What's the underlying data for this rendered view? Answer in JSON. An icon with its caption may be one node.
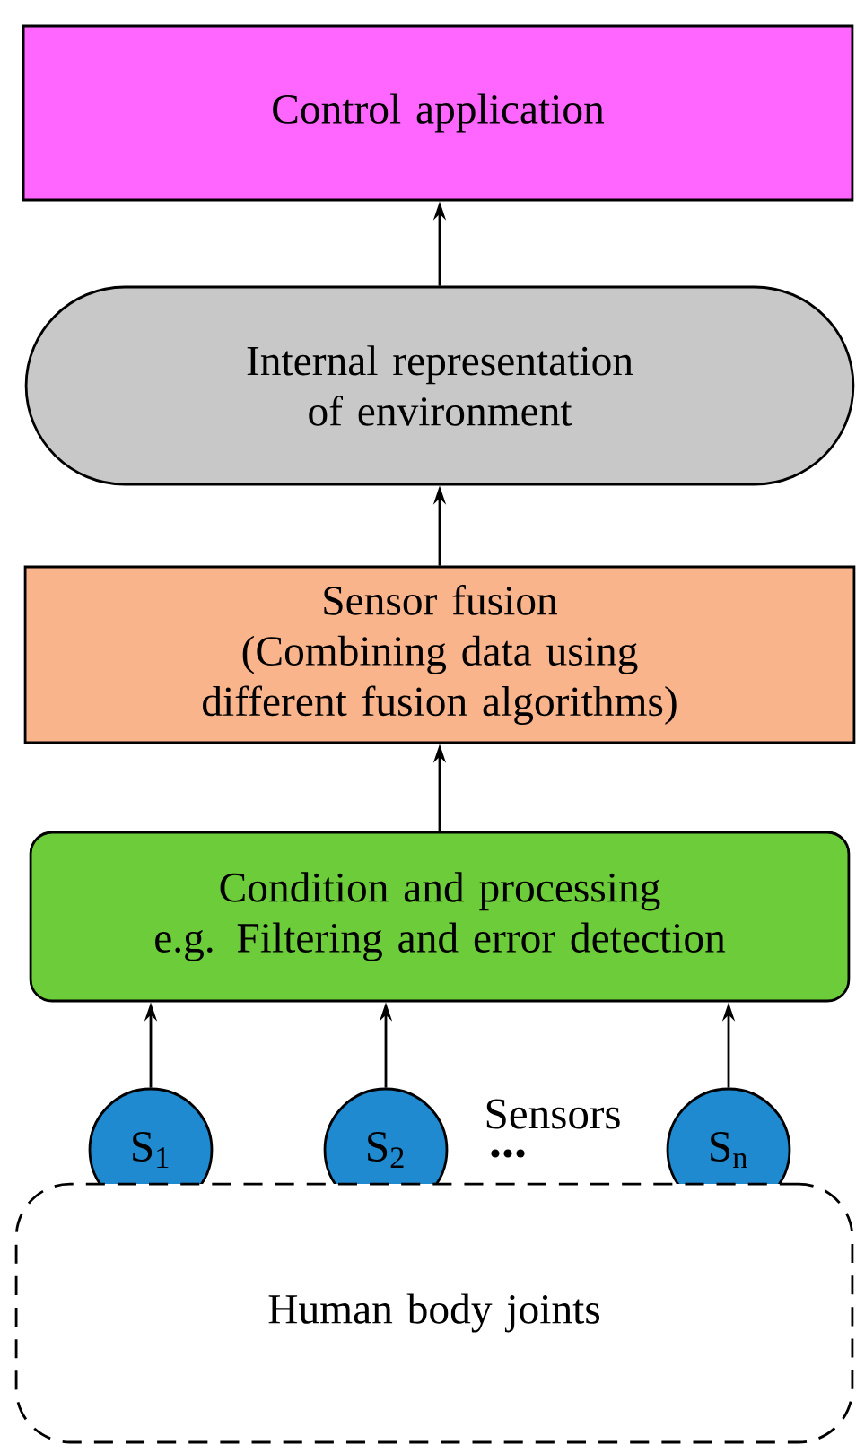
{
  "diagram": {
    "nodes": [
      {
        "text": [
          "Control application"
        ]
      },
      {
        "text": [
          "Internal representation of environment"
        ]
      },
      {
        "text": [
          "Sensor fusion",
          "(Combining data using different fusion algorithms)"
        ]
      },
      {
        "text": [
          "Condition and processing",
          "e.g. Filtering and error detection"
        ]
      },
      {
        "text": [
          "S$_{1}$"
        ]
      },
      {
        "text": [
          "S$_{2}$"
        ]
      },
      {
        "text": [
          "S$_{n}$"
        ]
      },
      {
        "text": [
          "Human body joints"
        ]
      }
    ],
    "edges": [
      {
        "from": 1,
        "to": 0,
        "arrow": "to"
      },
      {
        "from": 2,
        "to": 1,
        "arrow": "to"
      },
      {
        "from": 3,
        "to": 2,
        "arrow": "to"
      },
      {
        "from": 4,
        "to": 3,
        "arrow": "to"
      },
      {
        "from": 5,
        "to": 3,
        "arrow": "to"
      },
      {
        "from": 6,
        "to": 3,
        "arrow": "to"
      }
    ],
    "labels": [
      "Sensors",
      "..."
    ]
  }
}
